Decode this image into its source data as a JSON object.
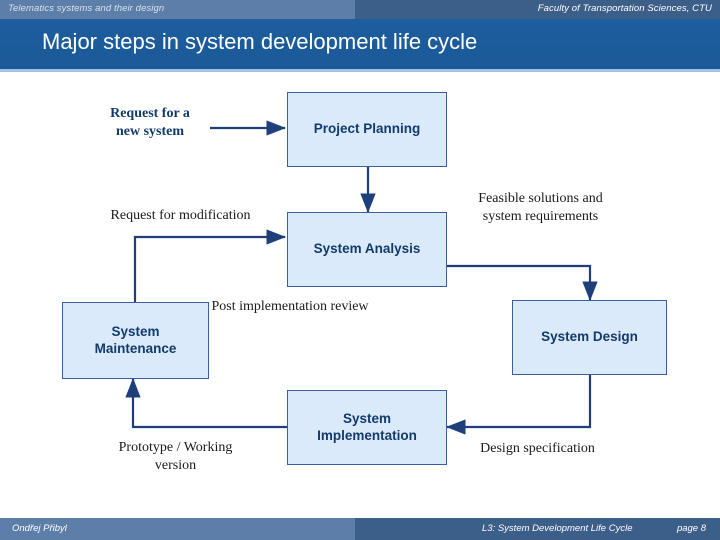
{
  "header": {
    "left_label": "Telematics systems and their design",
    "right_label": "Faculty of Transportation Sciences, CTU",
    "title": "Major steps in system development life cycle"
  },
  "footer": {
    "author": "Ondřej Přibyl",
    "lecture": "L3: System Development Life Cycle",
    "page": "page 8"
  },
  "diagram": {
    "boxes": [
      {
        "id": "project-planning",
        "label": "Project Planning"
      },
      {
        "id": "system-analysis",
        "label": "System Analysis"
      },
      {
        "id": "system-design",
        "label": "System Design"
      },
      {
        "id": "system-implementation",
        "label": "System\nImplementation"
      },
      {
        "id": "system-maintenance",
        "label": "System\nMaintenance"
      }
    ],
    "labels": [
      {
        "id": "request-new-system",
        "text": "Request for a\nnew system"
      },
      {
        "id": "request-modification",
        "text": "Request for modification"
      },
      {
        "id": "feasible-solutions",
        "text": "Feasible solutions and\nsystem requirements"
      },
      {
        "id": "post-implementation-review",
        "text": "Post implementation review"
      },
      {
        "id": "prototype-working-version",
        "text": "Prototype / Working\nversion"
      },
      {
        "id": "design-specification",
        "text": "Design specification"
      }
    ]
  },
  "colors": {
    "header_bar": "#3c5f8a",
    "header_bar_light": "#5d7ea8",
    "title_band": "#1b5998",
    "box_fill": "#dbeafb",
    "box_border": "#3a5f9b",
    "arrow": "#1f3f7a"
  }
}
